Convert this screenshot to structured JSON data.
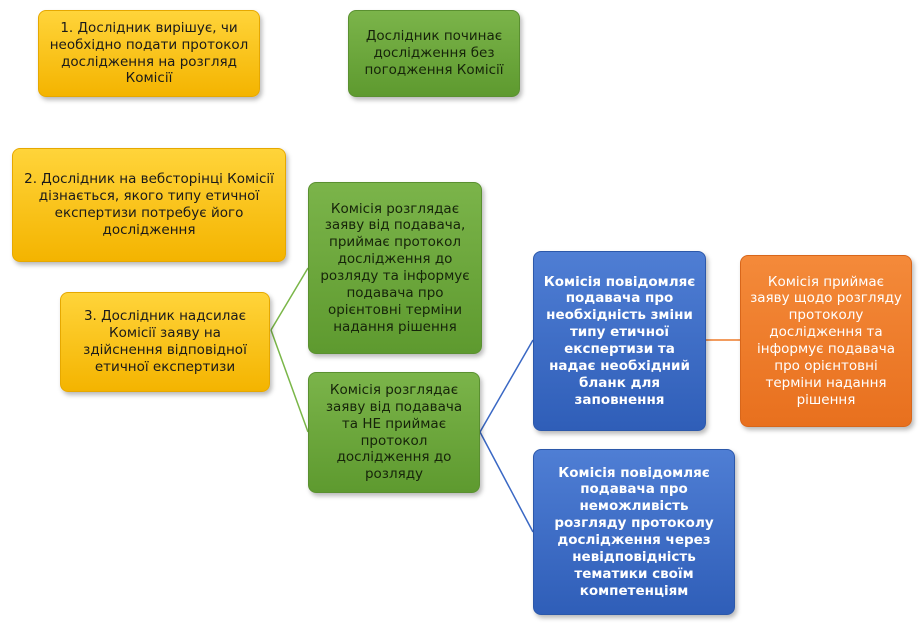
{
  "colors": {
    "yellow": "#F4B400",
    "green": "#6AA63A",
    "blue": "#3A68C4",
    "orange": "#EE7B2A",
    "green_line": "#7AB648",
    "blue_line": "#3A68C4",
    "orange_line": "#EE7B2A"
  },
  "boxes": {
    "step1": "1. Дослідник вирішує, чи необхідно подати протокол дослідження на розгляд Комісії",
    "no_approval": "Дослідник починає дослідження без погодження Комісії",
    "step2": "2. Дослідник на вебсторінці Комісії дізнається, якого типу етичної експертизи потребує його дослідження",
    "step3": "3. Дослідник надсилає Комісії заяву на здійснення відповідної етичної експертизи",
    "accepts": "Комісія розглядає заяву від подавача, приймає протокол дослідження до розляду та інформує подавача про орієнтовні терміни надання рішення",
    "rejects": "Комісія розглядає заяву від подавача та НЕ приймає протокол дослідження до розляду",
    "change_type": "Комісія повідомляє подавача про необхідність зміни типу етичної експертизи та надає необхідний бланк для заповнення",
    "impossible": "Комісія повідомляє подавача про неможливість розгляду протоколу дослідження через невідповідність тематики своїм компетенціям",
    "orange_accepts": "Комісія приймає заяву щодо розгляду протоколу дослідження та інформує подавача про орієнтовні терміни надання рішення"
  }
}
